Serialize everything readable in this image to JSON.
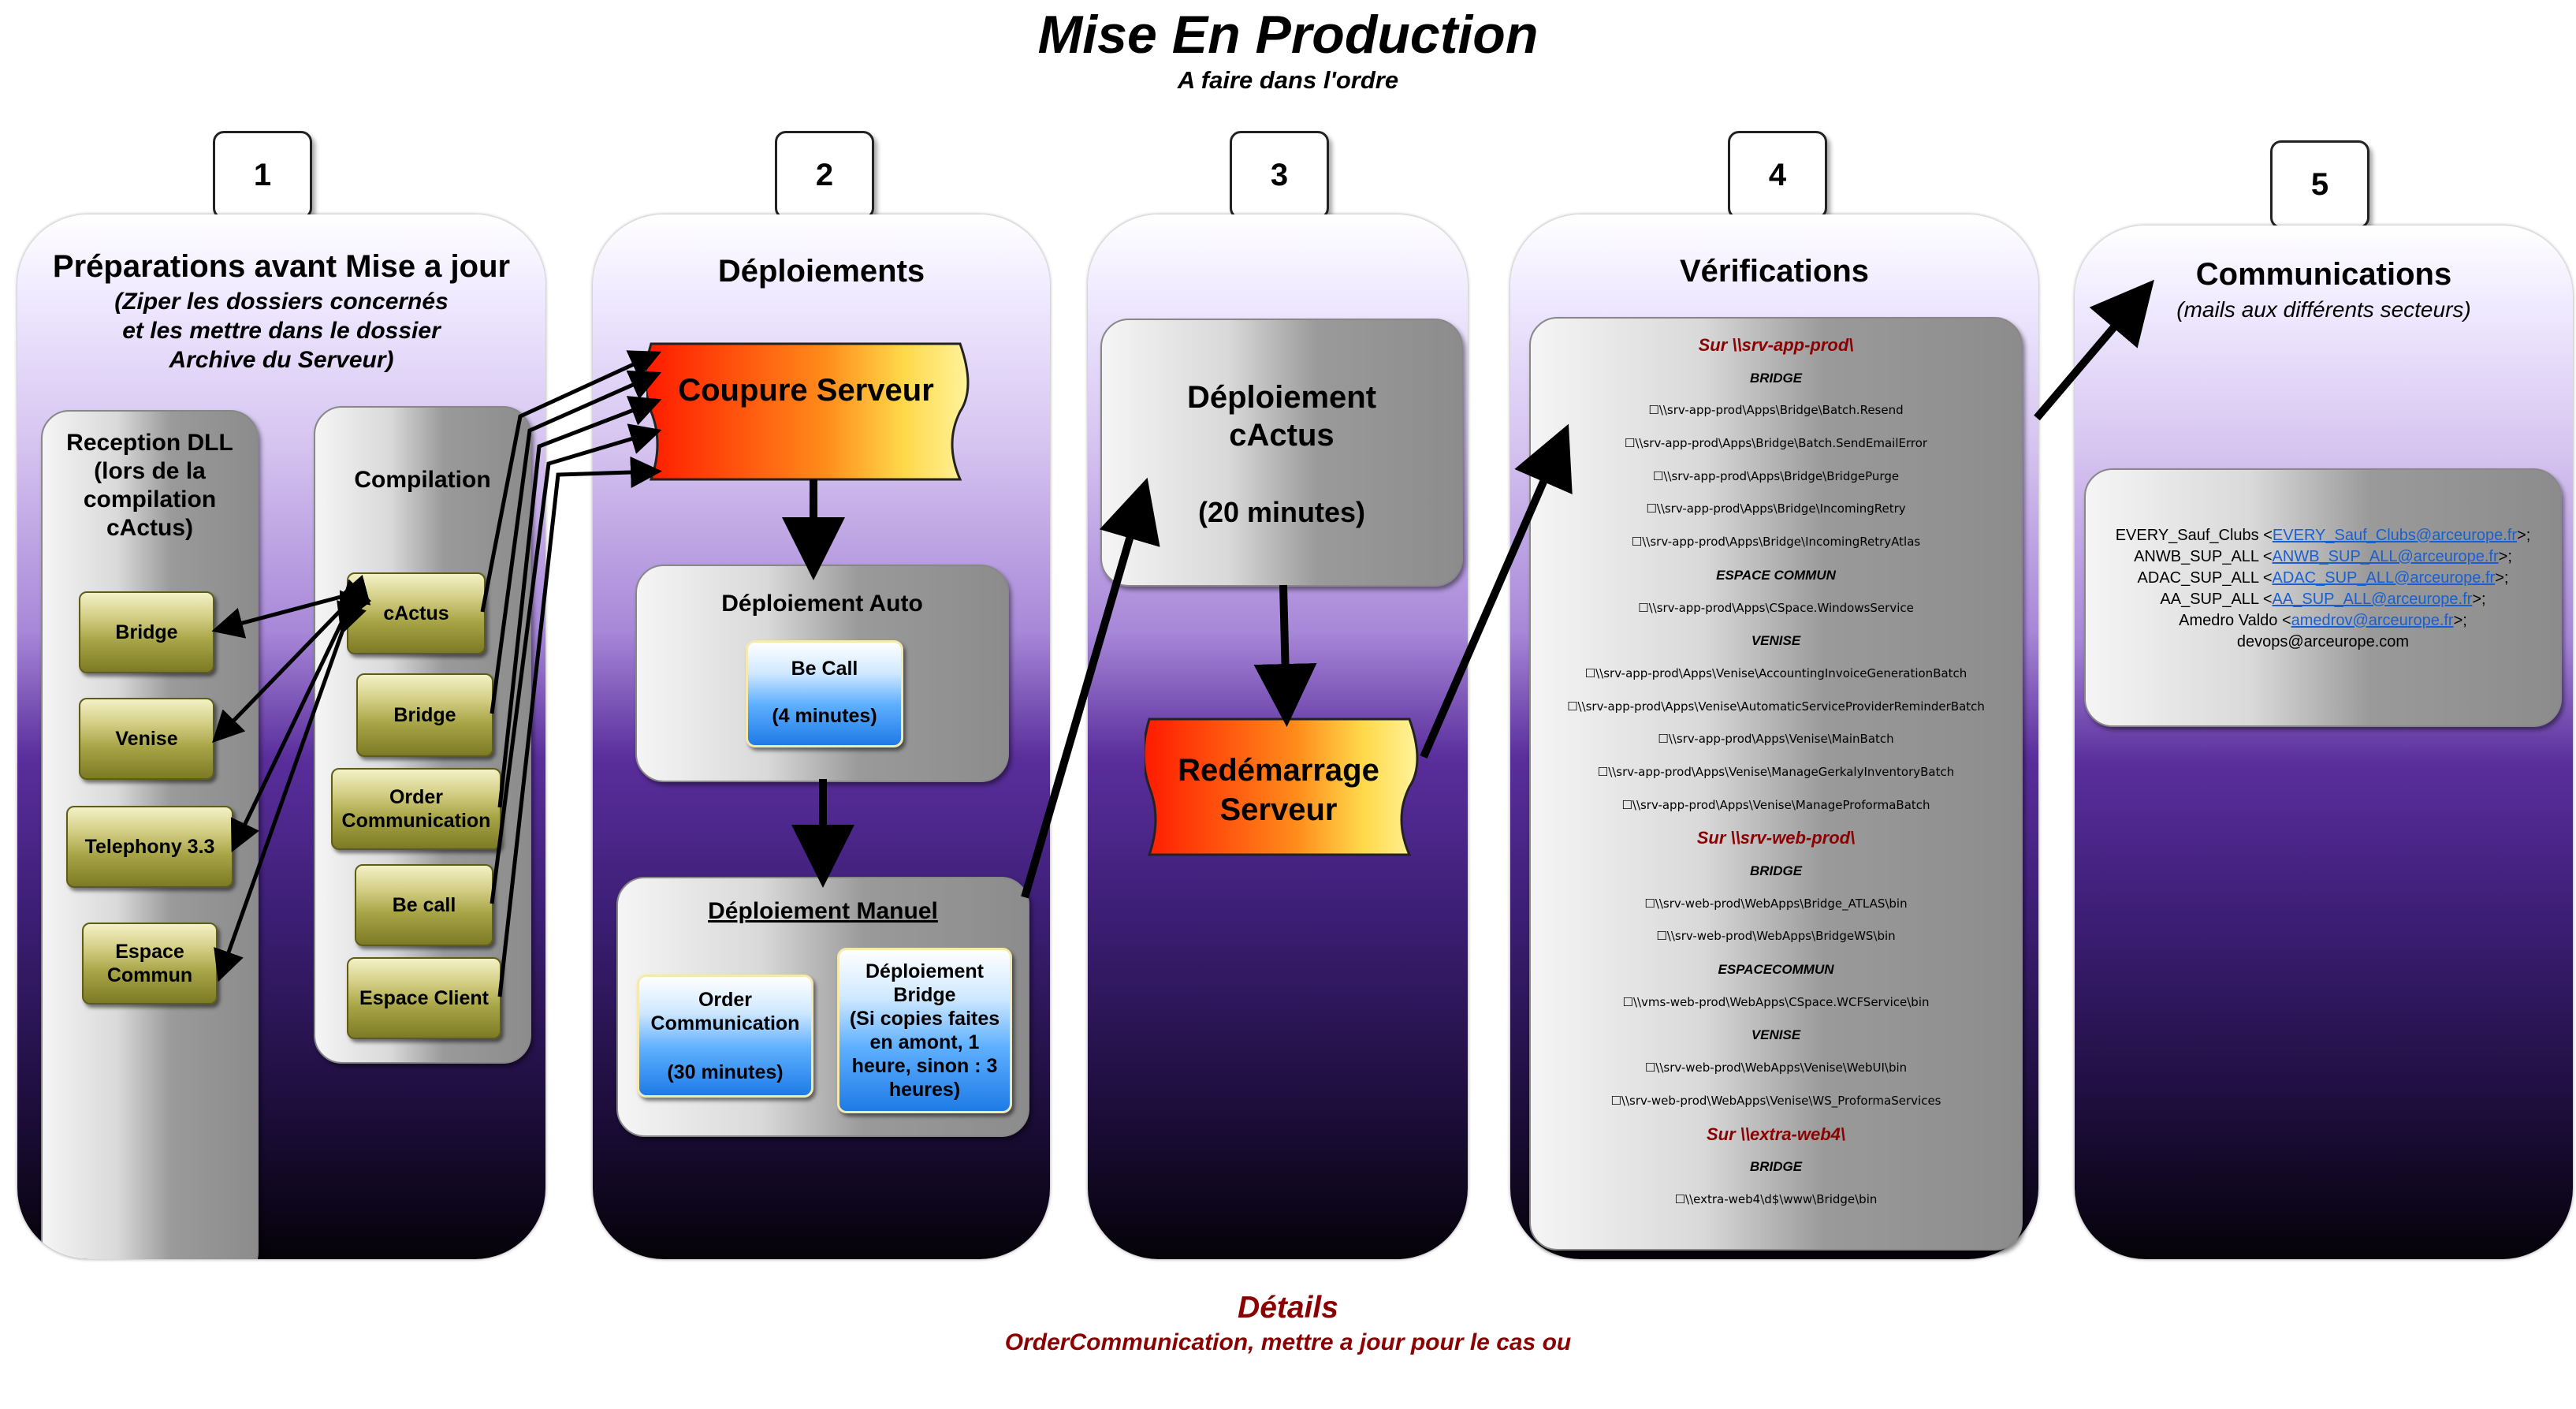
{
  "title": "Mise En Production",
  "subtitle": "A faire dans l'ordre",
  "steps": [
    "1",
    "2",
    "3",
    "4",
    "5"
  ],
  "col1": {
    "title": "Préparations avant Mise a jour",
    "sub1": "(Ziper les dossiers concernés",
    "sub2": "et les mettre dans le dossier",
    "sub3": "Archive du Serveur)",
    "reception": {
      "title": "Reception DLL (lors de la compilation cActus)",
      "items": [
        "Bridge",
        "Venise",
        "Telephony 3.3",
        "Espace Commun"
      ]
    },
    "compilation": {
      "title": "Compilation",
      "items": [
        "cActus",
        "Bridge",
        "Order Communication",
        "Be call",
        "Espace Client"
      ]
    }
  },
  "col2": {
    "title": "Déploiements",
    "coupure": "Coupure Serveur",
    "auto": {
      "title": "Déploiement Auto",
      "becall": "Be Call",
      "becall_time": "(4 minutes)"
    },
    "manuel": {
      "title": "Déploiement Manuel",
      "order": "Order Communication",
      "order_time": "(30 minutes)",
      "bridge": "Déploiement Bridge",
      "bridge_note": "(Si copies faites en amont, 1 heure, sinon : 3 heures)"
    }
  },
  "col3": {
    "deploiement": "Déploiement cActus",
    "time": "(20 minutes)",
    "redemarrage": "Redémarrage Serveur"
  },
  "col4": {
    "title": "Vérifications",
    "lines": [
      {
        "kind": "srv",
        "text": "Sur \\\\srv-app-prod\\"
      },
      {
        "kind": "grp",
        "text": "BRIDGE"
      },
      {
        "kind": "path",
        "text": "☐\\\\srv-app-prod\\Apps\\Bridge\\Batch.Resend"
      },
      {
        "kind": "path",
        "text": "☐\\\\srv-app-prod\\Apps\\Bridge\\Batch.SendEmailError"
      },
      {
        "kind": "path",
        "text": "☐\\\\srv-app-prod\\Apps\\Bridge\\BridgePurge"
      },
      {
        "kind": "path",
        "text": "☐\\\\srv-app-prod\\Apps\\Bridge\\IncomingRetry"
      },
      {
        "kind": "path",
        "text": "☐\\\\srv-app-prod\\Apps\\Bridge\\IncomingRetryAtlas"
      },
      {
        "kind": "grp",
        "text": "ESPACE COMMUN"
      },
      {
        "kind": "path",
        "text": "☐\\\\srv-app-prod\\Apps\\CSpace.WindowsService"
      },
      {
        "kind": "grp",
        "text": "VENISE"
      },
      {
        "kind": "path",
        "text": "☐\\\\srv-app-prod\\Apps\\Venise\\AccountingInvoiceGenerationBatch"
      },
      {
        "kind": "path",
        "text": "☐\\\\srv-app-prod\\Apps\\Venise\\AutomaticServiceProviderReminderBatch"
      },
      {
        "kind": "path",
        "text": "☐\\\\srv-app-prod\\Apps\\Venise\\MainBatch"
      },
      {
        "kind": "path",
        "text": "☐\\\\srv-app-prod\\Apps\\Venise\\ManageGerkalyInventoryBatch"
      },
      {
        "kind": "path",
        "text": "☐\\\\srv-app-prod\\Apps\\Venise\\ManageProformaBatch"
      },
      {
        "kind": "srv",
        "text": "Sur \\\\srv-web-prod\\"
      },
      {
        "kind": "grp",
        "text": "BRIDGE"
      },
      {
        "kind": "path",
        "text": "☐\\\\srv-web-prod\\WebApps\\Bridge_ATLAS\\bin"
      },
      {
        "kind": "path",
        "text": "☐\\\\srv-web-prod\\WebApps\\BridgeWS\\bin"
      },
      {
        "kind": "grp",
        "text": "ESPACECOMMUN"
      },
      {
        "kind": "path",
        "text": "☐\\\\vms-web-prod\\WebApps\\CSpace.WCFService\\bin"
      },
      {
        "kind": "grp",
        "text": "VENISE"
      },
      {
        "kind": "path",
        "text": "☐\\\\srv-web-prod\\WebApps\\Venise\\WebUI\\bin"
      },
      {
        "kind": "path",
        "text": "☐\\\\srv-web-prod\\WebApps\\Venise\\WS_ProformaServices"
      },
      {
        "kind": "srv",
        "text": "Sur \\\\extra-web4\\"
      },
      {
        "kind": "grp",
        "text": "BRIDGE"
      },
      {
        "kind": "path",
        "text": "☐\\\\extra-web4\\d$\\www\\Bridge\\bin"
      }
    ]
  },
  "col5": {
    "title": "Communications",
    "sub": "(mails aux différents secteurs)",
    "mails": [
      {
        "name": "EVERY_Sauf_Clubs <",
        "addr": "EVERY_Sauf_Clubs@arceurope.fr",
        "end": ">;"
      },
      {
        "name": "ANWB_SUP_ALL <",
        "addr": "ANWB_SUP_ALL@arceurope.fr",
        "end": ">;"
      },
      {
        "name": "ADAC_SUP_ALL <",
        "addr": "ADAC_SUP_ALL@arceurope.fr",
        "end": ">;"
      },
      {
        "name": "AA_SUP_ALL <",
        "addr": "AA_SUP_ALL@arceurope.fr",
        "end": ">;"
      },
      {
        "name": "Amedro Valdo <",
        "addr": "amedrov@arceurope.fr",
        "end": ">;"
      },
      {
        "name": "devops@arceurope.com",
        "addr": "",
        "end": ""
      }
    ]
  },
  "details": {
    "title": "Détails",
    "text": "OrderCommunication, mettre a  jour pour le cas ou"
  },
  "colors": {
    "coupure_gradient": [
      "#ff1a00",
      "#ffd84a",
      "#fff39a"
    ],
    "details_red": "#8b0000",
    "link_blue": "#1a5fd0"
  }
}
